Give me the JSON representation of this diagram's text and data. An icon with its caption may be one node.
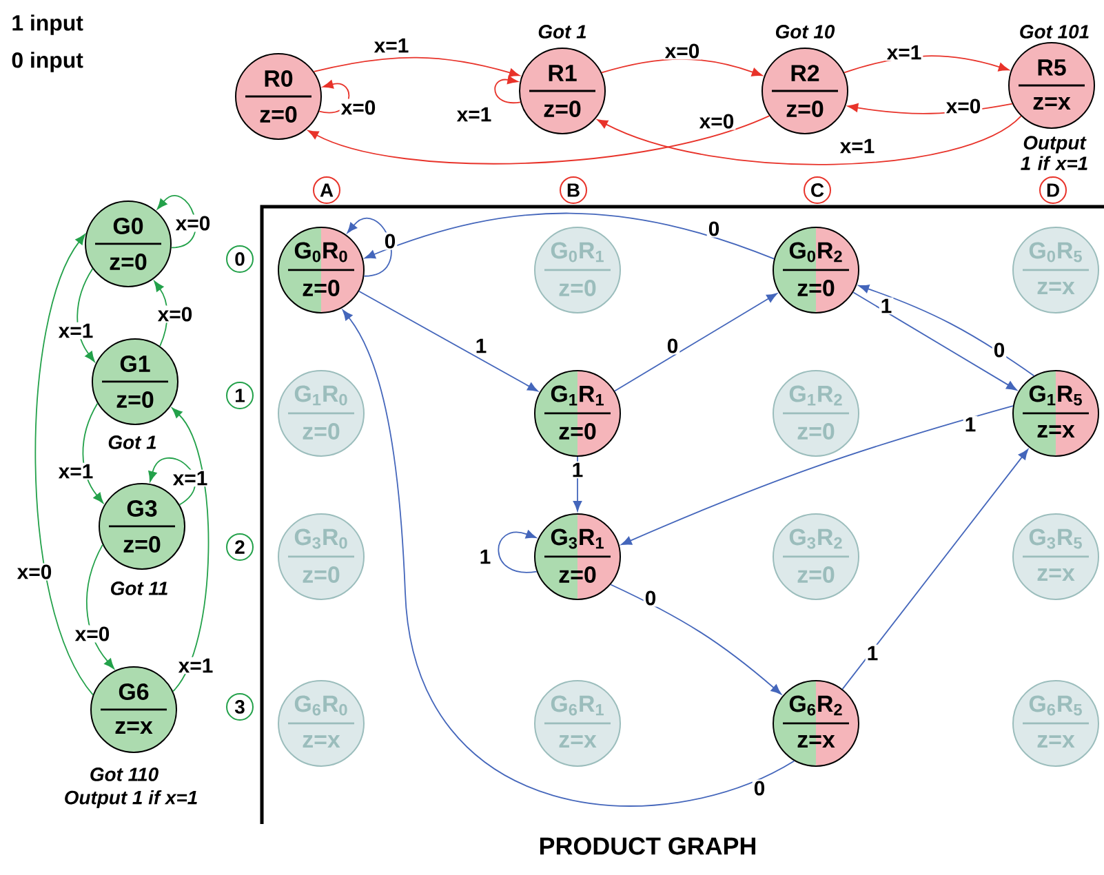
{
  "diagram": {
    "caption": "PRODUCT GRAPH",
    "nodes": [
      {
        "text": [
          "R0",
          "z=0"
        ]
      },
      {
        "text": [
          "R1",
          "z=0"
        ],
        "beside": [
          "Got 1"
        ]
      },
      {
        "text": [
          "R2",
          "z=0"
        ],
        "beside": [
          "Got 10"
        ]
      },
      {
        "text": [
          "R5",
          "z=x"
        ],
        "beside": [
          "Got 101",
          "Output 1 if x=1"
        ]
      },
      {
        "text": [
          "G0",
          "z=0"
        ]
      },
      {
        "text": [
          "G1",
          "z=0"
        ],
        "beside": [
          "Got 1"
        ]
      },
      {
        "text": [
          "G3",
          "z=0"
        ],
        "beside": [
          "Got 11"
        ]
      },
      {
        "text": [
          "G6",
          "z=x"
        ],
        "beside": [
          "Got 110",
          "Output 1 if x=1"
        ]
      },
      {
        "text": [
          "A"
        ]
      },
      {
        "text": [
          "B"
        ]
      },
      {
        "text": [
          "C"
        ]
      },
      {
        "text": [
          "D"
        ]
      },
      {
        "text": [
          "0"
        ]
      },
      {
        "text": [
          "1"
        ]
      },
      {
        "text": [
          "2"
        ]
      },
      {
        "text": [
          "3"
        ]
      },
      {
        "text": [
          "G$_{0}$R$_{0}$",
          "z=0"
        ]
      },
      {
        "text": [
          "G$_{0}$R$_{1}$",
          "z=0"
        ]
      },
      {
        "text": [
          "G$_{0}$R$_{2}$",
          "z=0"
        ]
      },
      {
        "text": [
          "G$_{0}$R$_{5}$",
          "z=x"
        ]
      },
      {
        "text": [
          "G$_{1}$R$_{0}$",
          "z=0"
        ]
      },
      {
        "text": [
          "G$_{1}$R$_{1}$",
          "z=0"
        ]
      },
      {
        "text": [
          "G$_{1}$R$_{2}$",
          "z=0"
        ]
      },
      {
        "text": [
          "G$_{1}$R$_{5}$",
          "z=x"
        ]
      },
      {
        "text": [
          "G$_{3}$R$_{0}$",
          "z=0"
        ]
      },
      {
        "text": [
          "G$_{3}$R$_{1}$",
          "z=0"
        ]
      },
      {
        "text": [
          "G$_{3}$R$_{2}$",
          "z=0"
        ]
      },
      {
        "text": [
          "G$_{3}$R$_{5}$",
          "z=x"
        ]
      },
      {
        "text": [
          "G$_{6}$R$_{0}$",
          "z=x"
        ]
      },
      {
        "text": [
          "G$_{6}$R$_{1}$",
          "z=x"
        ]
      },
      {
        "text": [
          "G$_{6}$R$_{2}$",
          "z=x"
        ]
      },
      {
        "text": [
          "G$_{6}$R$_{5}$",
          "z=x"
        ]
      }
    ],
    "edges": [
      {
        "from": 0,
        "to": 1,
        "arrow": "to",
        "label": "x=1",
        "color": "#e8332a"
      },
      {
        "from": 0,
        "to": 0,
        "arrow": "to",
        "label": "x=0",
        "color": "#e8332a"
      },
      {
        "from": 1,
        "to": 1,
        "arrow": "to",
        "label": "x=1",
        "color": "#e8332a"
      },
      {
        "from": 1,
        "to": 2,
        "arrow": "to",
        "label": "x=0",
        "color": "#e8332a"
      },
      {
        "from": 2,
        "to": 3,
        "arrow": "to",
        "label": "x=1",
        "color": "#e8332a"
      },
      {
        "from": 3,
        "to": 2,
        "arrow": "to",
        "label": "x=0",
        "color": "#e8332a"
      },
      {
        "from": 2,
        "to": 0,
        "arrow": "to",
        "label": "x=0",
        "color": "#e8332a"
      },
      {
        "from": 3,
        "to": 1,
        "arrow": "to",
        "label": "x=1",
        "color": "#e8332a"
      },
      {
        "from": 4,
        "to": 4,
        "arrow": "to",
        "label": "x=0",
        "color": "#23a14a"
      },
      {
        "from": 4,
        "to": 5,
        "arrow": "to",
        "label": "x=1",
        "color": "#23a14a"
      },
      {
        "from": 5,
        "to": 4,
        "arrow": "to",
        "label": "x=0",
        "color": "#23a14a"
      },
      {
        "from": 5,
        "to": 6,
        "arrow": "to",
        "label": "x=1",
        "color": "#23a14a"
      },
      {
        "from": 6,
        "to": 6,
        "arrow": "to",
        "label": "x=1",
        "color": "#23a14a"
      },
      {
        "from": 6,
        "to": 7,
        "arrow": "to",
        "label": "x=0",
        "color": "#23a14a"
      },
      {
        "from": 7,
        "to": 4,
        "arrow": "to",
        "label": "x=0",
        "color": "#23a14a"
      },
      {
        "from": 7,
        "to": 5,
        "arrow": "to",
        "label": "x=1",
        "color": "#23a14a"
      },
      {
        "from": 16,
        "to": 16,
        "arrow": "to",
        "label": "0"
      },
      {
        "from": 16,
        "to": 21,
        "arrow": "to",
        "label": "1"
      },
      {
        "from": 21,
        "to": 18,
        "arrow": "to",
        "label": "0"
      },
      {
        "from": 18,
        "to": 16,
        "arrow": "to",
        "label": "0"
      },
      {
        "from": 18,
        "to": 23,
        "arrow": "to",
        "label": "1"
      },
      {
        "from": 23,
        "to": 18,
        "arrow": "to",
        "label": "0"
      },
      {
        "from": 21,
        "to": 25,
        "arrow": "to",
        "label": "1"
      },
      {
        "from": 23,
        "to": 25,
        "arrow": "to",
        "label": "1"
      },
      {
        "from": 25,
        "to": 25,
        "arrow": "to",
        "label": "1"
      },
      {
        "from": 25,
        "to": 30,
        "arrow": "to",
        "label": "0"
      },
      {
        "from": 30,
        "to": 23,
        "arrow": "to",
        "label": "1"
      },
      {
        "from": 30,
        "to": 16,
        "arrow": "to",
        "label": "0"
      }
    ],
    "labels": [
      "1 input",
      "0 input"
    ]
  }
}
